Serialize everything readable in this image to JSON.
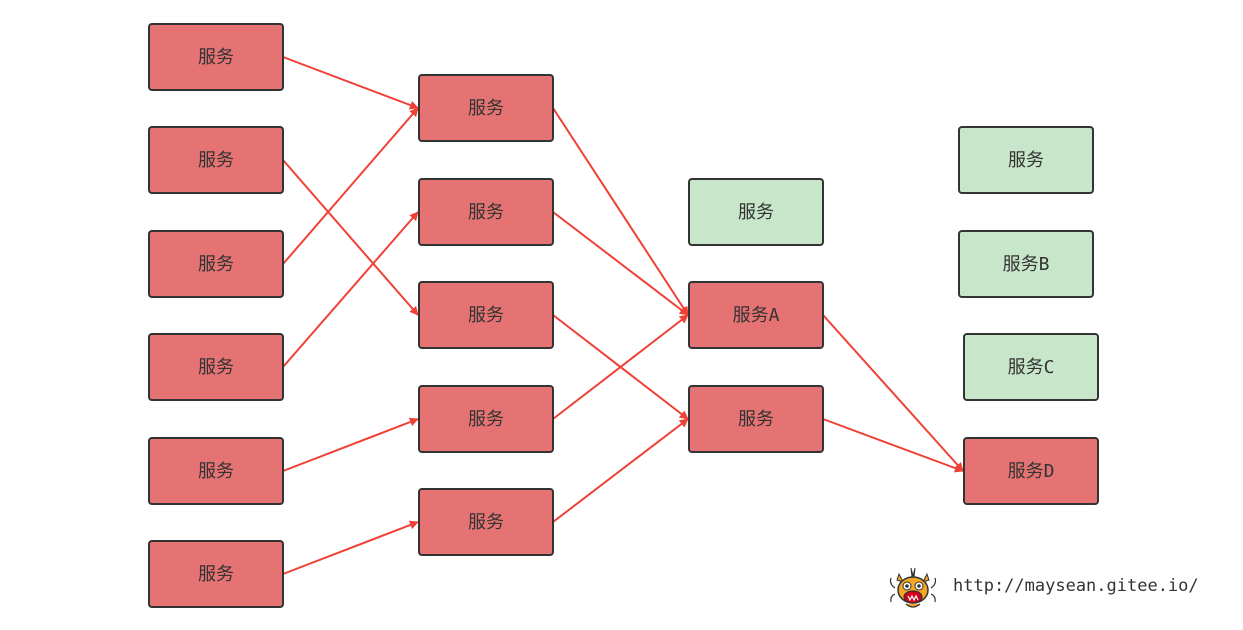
{
  "diagram": {
    "colors": {
      "red_fill": "#e57373",
      "green_fill": "#c8e6c9",
      "border": "#333333",
      "arrow": "#ef4136",
      "text": "#333333"
    },
    "nodes": [
      {
        "id": "c1r1",
        "label": "服务",
        "status": "red"
      },
      {
        "id": "c1r2",
        "label": "服务",
        "status": "red"
      },
      {
        "id": "c1r3",
        "label": "服务",
        "status": "red"
      },
      {
        "id": "c1r4",
        "label": "服务",
        "status": "red"
      },
      {
        "id": "c1r5",
        "label": "服务",
        "status": "red"
      },
      {
        "id": "c1r6",
        "label": "服务",
        "status": "red"
      },
      {
        "id": "c2r1",
        "label": "服务",
        "status": "red"
      },
      {
        "id": "c2r2",
        "label": "服务",
        "status": "red"
      },
      {
        "id": "c2r3",
        "label": "服务",
        "status": "red"
      },
      {
        "id": "c2r4",
        "label": "服务",
        "status": "red"
      },
      {
        "id": "c2r5",
        "label": "服务",
        "status": "red"
      },
      {
        "id": "c3g",
        "label": "服务",
        "status": "green"
      },
      {
        "id": "c3a",
        "label": "服务A",
        "status": "red"
      },
      {
        "id": "c3b",
        "label": "服务",
        "status": "red"
      },
      {
        "id": "c4g",
        "label": "服务",
        "status": "green"
      },
      {
        "id": "c4b",
        "label": "服务B",
        "status": "green"
      },
      {
        "id": "c4c",
        "label": "服务C",
        "status": "green"
      },
      {
        "id": "c4d",
        "label": "服务D",
        "status": "red"
      }
    ],
    "edges": [
      {
        "from": "c1r1",
        "to": "c2r1"
      },
      {
        "from": "c1r2",
        "to": "c2r3"
      },
      {
        "from": "c1r3",
        "to": "c2r1"
      },
      {
        "from": "c1r4",
        "to": "c2r2"
      },
      {
        "from": "c1r5",
        "to": "c2r4"
      },
      {
        "from": "c1r6",
        "to": "c2r5"
      },
      {
        "from": "c2r1",
        "to": "c3a"
      },
      {
        "from": "c2r2",
        "to": "c3a"
      },
      {
        "from": "c2r3",
        "to": "c3b"
      },
      {
        "from": "c2r4",
        "to": "c3a"
      },
      {
        "from": "c2r5",
        "to": "c3b"
      },
      {
        "from": "c3a",
        "to": "c4d"
      },
      {
        "from": "c3b",
        "to": "c4d"
      }
    ]
  },
  "watermark": {
    "url": "http://maysean.gitee.io/",
    "logo_icon": "dragon-mascot-icon"
  }
}
